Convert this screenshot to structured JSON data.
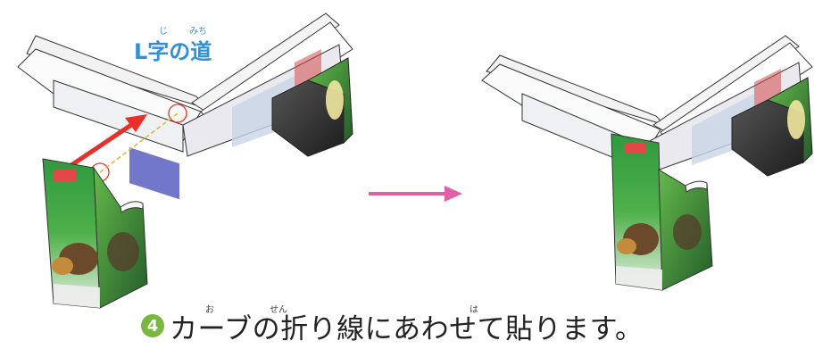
{
  "title_label": {
    "ruby_ji": "じ",
    "ruby_michi": "みち",
    "text": "L字の道"
  },
  "caption": {
    "step_number": "4",
    "text": "カーブの折り線にあわせて貼ります。",
    "furigana_ori": "お",
    "furigana_sen": "せん",
    "furigana_ha": "は"
  },
  "colors": {
    "title_blue": "#2f8fd8",
    "arrow_red": "#e8302a",
    "transition_arrow": "#e05fa6",
    "guide_dash": "#d9b83a",
    "step_badge": "#79b83f"
  }
}
